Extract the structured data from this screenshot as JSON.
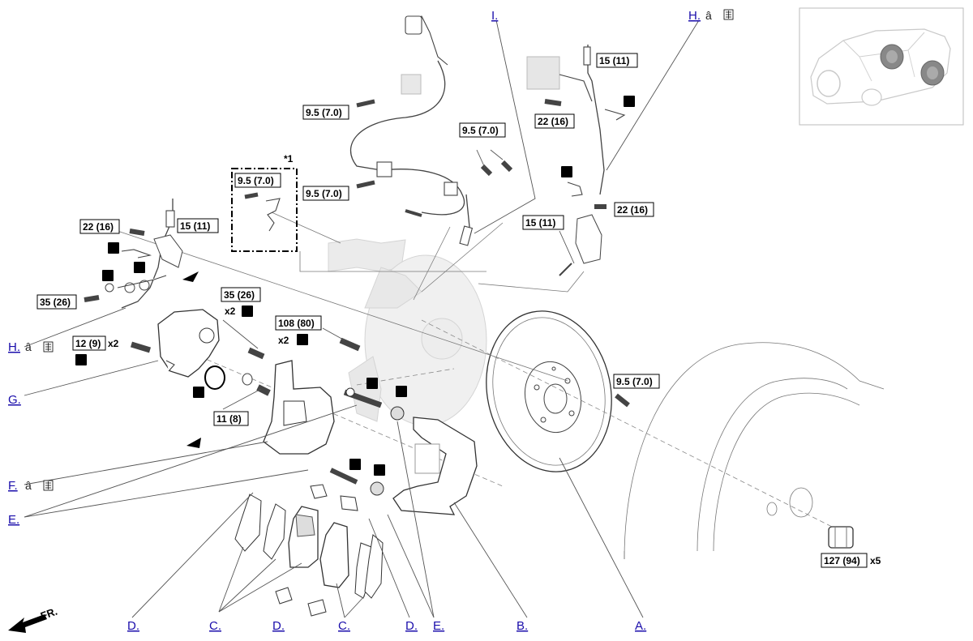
{
  "torque": {
    "t_9_5_a": "9.5 (7.0)",
    "t_9_5_b": "9.5 (7.0)",
    "t_9_5_c": "9.5 (7.0)",
    "t_9_5_d": "9.5 (7.0)",
    "t_9_5_e": "9.5 (7.0)",
    "t_15_a": "15 (11)",
    "t_15_b": "15 (11)",
    "t_15_c": "15 (11)",
    "t_22_a": "22 (16)",
    "t_22_b": "22 (16)",
    "t_22_c": "22 (16)",
    "t_35_a": "35 (26)",
    "t_35_b": "35 (26)",
    "t_12": "12 (9)",
    "t_108": "108 (80)",
    "t_11": "11 (8)",
    "t_127": "127 (94)"
  },
  "multipliers": {
    "m_12": "x2",
    "m_35": "x2",
    "m_108": "x2",
    "m_127": "x5"
  },
  "note_ref": "*1",
  "front_label": "FR.",
  "callouts": {
    "A": "A.",
    "B": "B.",
    "C1": "C.",
    "C2": "C.",
    "D1": "D.",
    "D2": "D.",
    "D3": "D.",
    "E1": "E.",
    "E2": "E.",
    "F": "F.",
    "G": "G.",
    "H1": "H.",
    "H2": "H.",
    "I": "I."
  },
  "callout_suffix": "â",
  "icons": {
    "replace": "x-in-box-icon",
    "grease": "grease-symbol-icon",
    "front": "front-arrow-icon"
  },
  "colors": {
    "link": "#1a0dab",
    "line": "#555555"
  }
}
